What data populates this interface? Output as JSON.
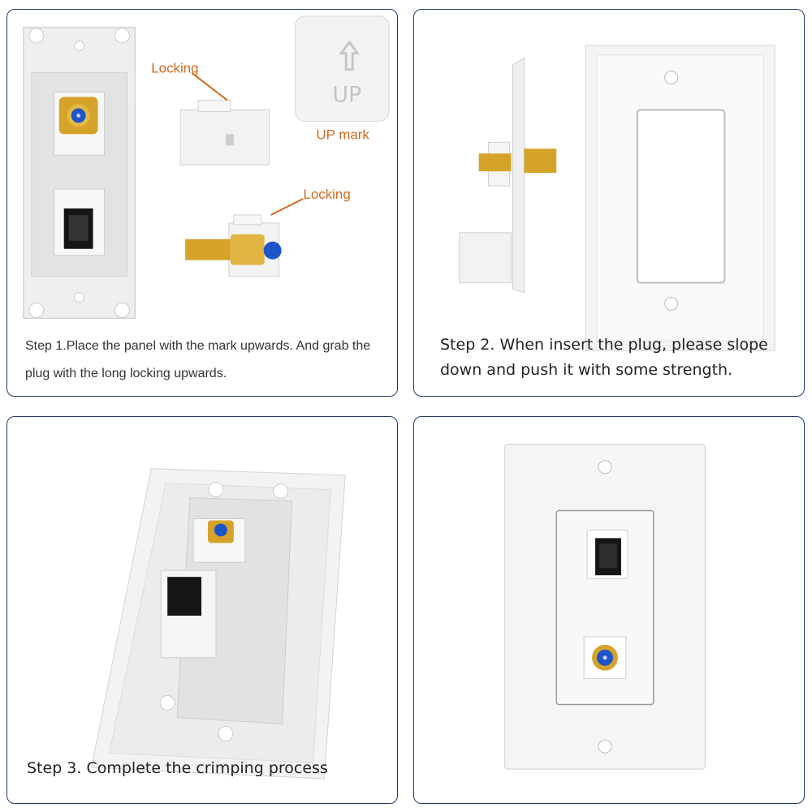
{
  "steps": [
    {
      "caption": "Step 1.Place the panel with the mark upwards.  And grab the plug with the long locking upwards."
    },
    {
      "caption": "Step 2. When insert the plug, please slope down and push it with some strength."
    },
    {
      "caption": "Step 3. Complete the crimping process"
    },
    {
      "caption": ""
    }
  ],
  "labels": {
    "locking_top": "Locking",
    "locking_bottom": "Locking",
    "up_mark": "UP mark",
    "up_embossed": "UP"
  },
  "colors": {
    "panel_border": "#1f3d6e",
    "label_orange": "#d4691f",
    "gold": "#d6a32a",
    "coax_blue": "#1d55c8",
    "plate_white": "#f4f4f4"
  }
}
